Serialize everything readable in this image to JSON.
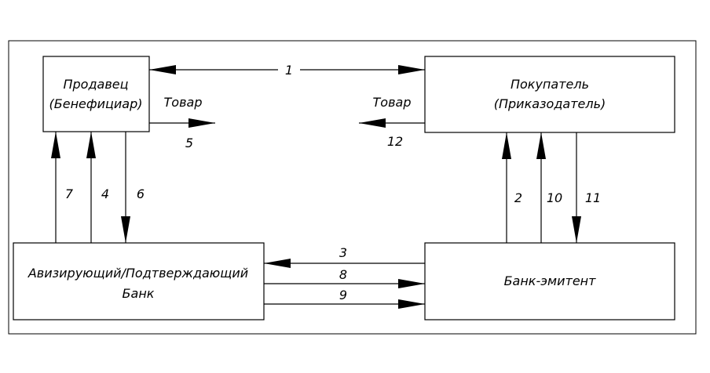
{
  "boxes": {
    "seller": {
      "line1": "Продавец",
      "line2": "(Бенефициар)"
    },
    "buyer": {
      "line1": "Покупатель",
      "line2": "(Приказодатель)"
    },
    "advising_bank": {
      "line1": "Авизирующий/Подтверждающий",
      "line2": "Банк"
    },
    "issuing_bank": {
      "line1": "Банк-эмитент"
    }
  },
  "labels": {
    "goods_left": "Товар",
    "goods_right": "Товар"
  },
  "steps": {
    "s1": "1",
    "s2": "2",
    "s3": "3",
    "s4": "4",
    "s5": "5",
    "s6": "6",
    "s7": "7",
    "s8": "8",
    "s9": "9",
    "s10": "10",
    "s11": "11",
    "s12": "12"
  }
}
